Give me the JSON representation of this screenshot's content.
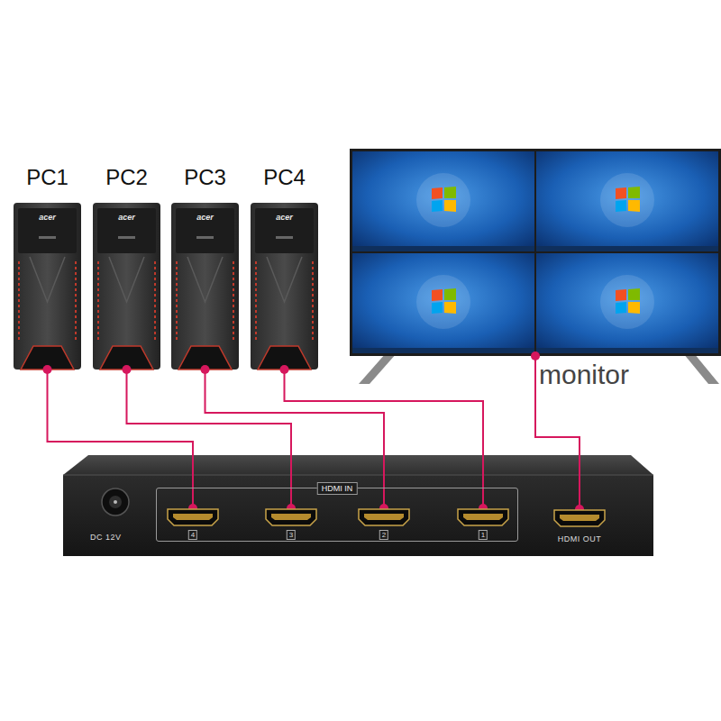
{
  "diagram": {
    "nodes": [
      {
        "text": [
          "PC1"
        ]
      },
      {
        "text": [
          "PC2"
        ]
      },
      {
        "text": [
          "PC3"
        ]
      },
      {
        "text": [
          "PC4"
        ]
      },
      {
        "text": [
          "monitor"
        ]
      },
      {
        "text": [
          "DC 12V"
        ]
      },
      {
        "text": [
          "HDMI IN"
        ],
        "in": 5
      },
      {
        "text": [
          "4"
        ],
        "in": 6
      },
      {
        "text": [
          "3"
        ],
        "in": 6
      },
      {
        "text": [
          "2"
        ],
        "in": 6
      },
      {
        "text": [
          "1"
        ],
        "in": 6
      },
      {
        "text": [
          "HDMI OUT"
        ],
        "in": 5
      }
    ],
    "edges": [
      {
        "from": 0,
        "to": 7,
        "arrow": "none"
      },
      {
        "from": 1,
        "to": 8,
        "arrow": "none"
      },
      {
        "from": 2,
        "to": 9,
        "arrow": "none"
      },
      {
        "from": 3,
        "to": 10,
        "arrow": "none"
      },
      {
        "from": 11,
        "to": 4,
        "arrow": "none"
      }
    ],
    "labels": [
      "acer",
      "acer",
      "acer",
      "acer"
    ]
  }
}
